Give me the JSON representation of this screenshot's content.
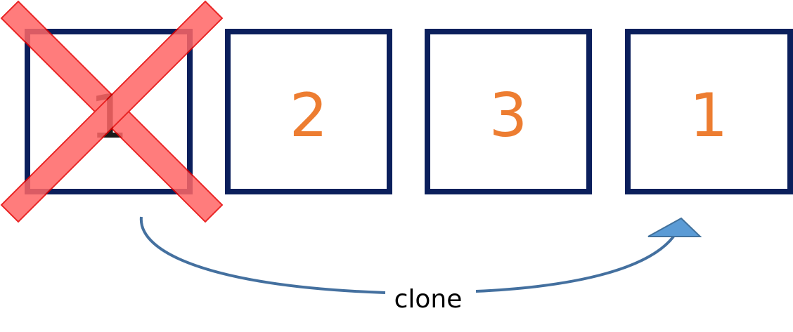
{
  "colors": {
    "box_border": "#0b1f5c",
    "number_color": "#ed7d31",
    "removed_number_color": "#1a1a1a",
    "cross_color": "#ff6666",
    "arrow_color": "#44709f",
    "arrowhead_fill": "#5b9bd5"
  },
  "boxes": [
    {
      "label": "1",
      "removed": true
    },
    {
      "label": "2",
      "removed": false
    },
    {
      "label": "3",
      "removed": false
    },
    {
      "label": "1",
      "removed": false
    }
  ],
  "arrow": {
    "label": "clone",
    "from_box": 1,
    "to_box": 4
  },
  "icons": {
    "remove_mark": "cross-out-icon"
  }
}
